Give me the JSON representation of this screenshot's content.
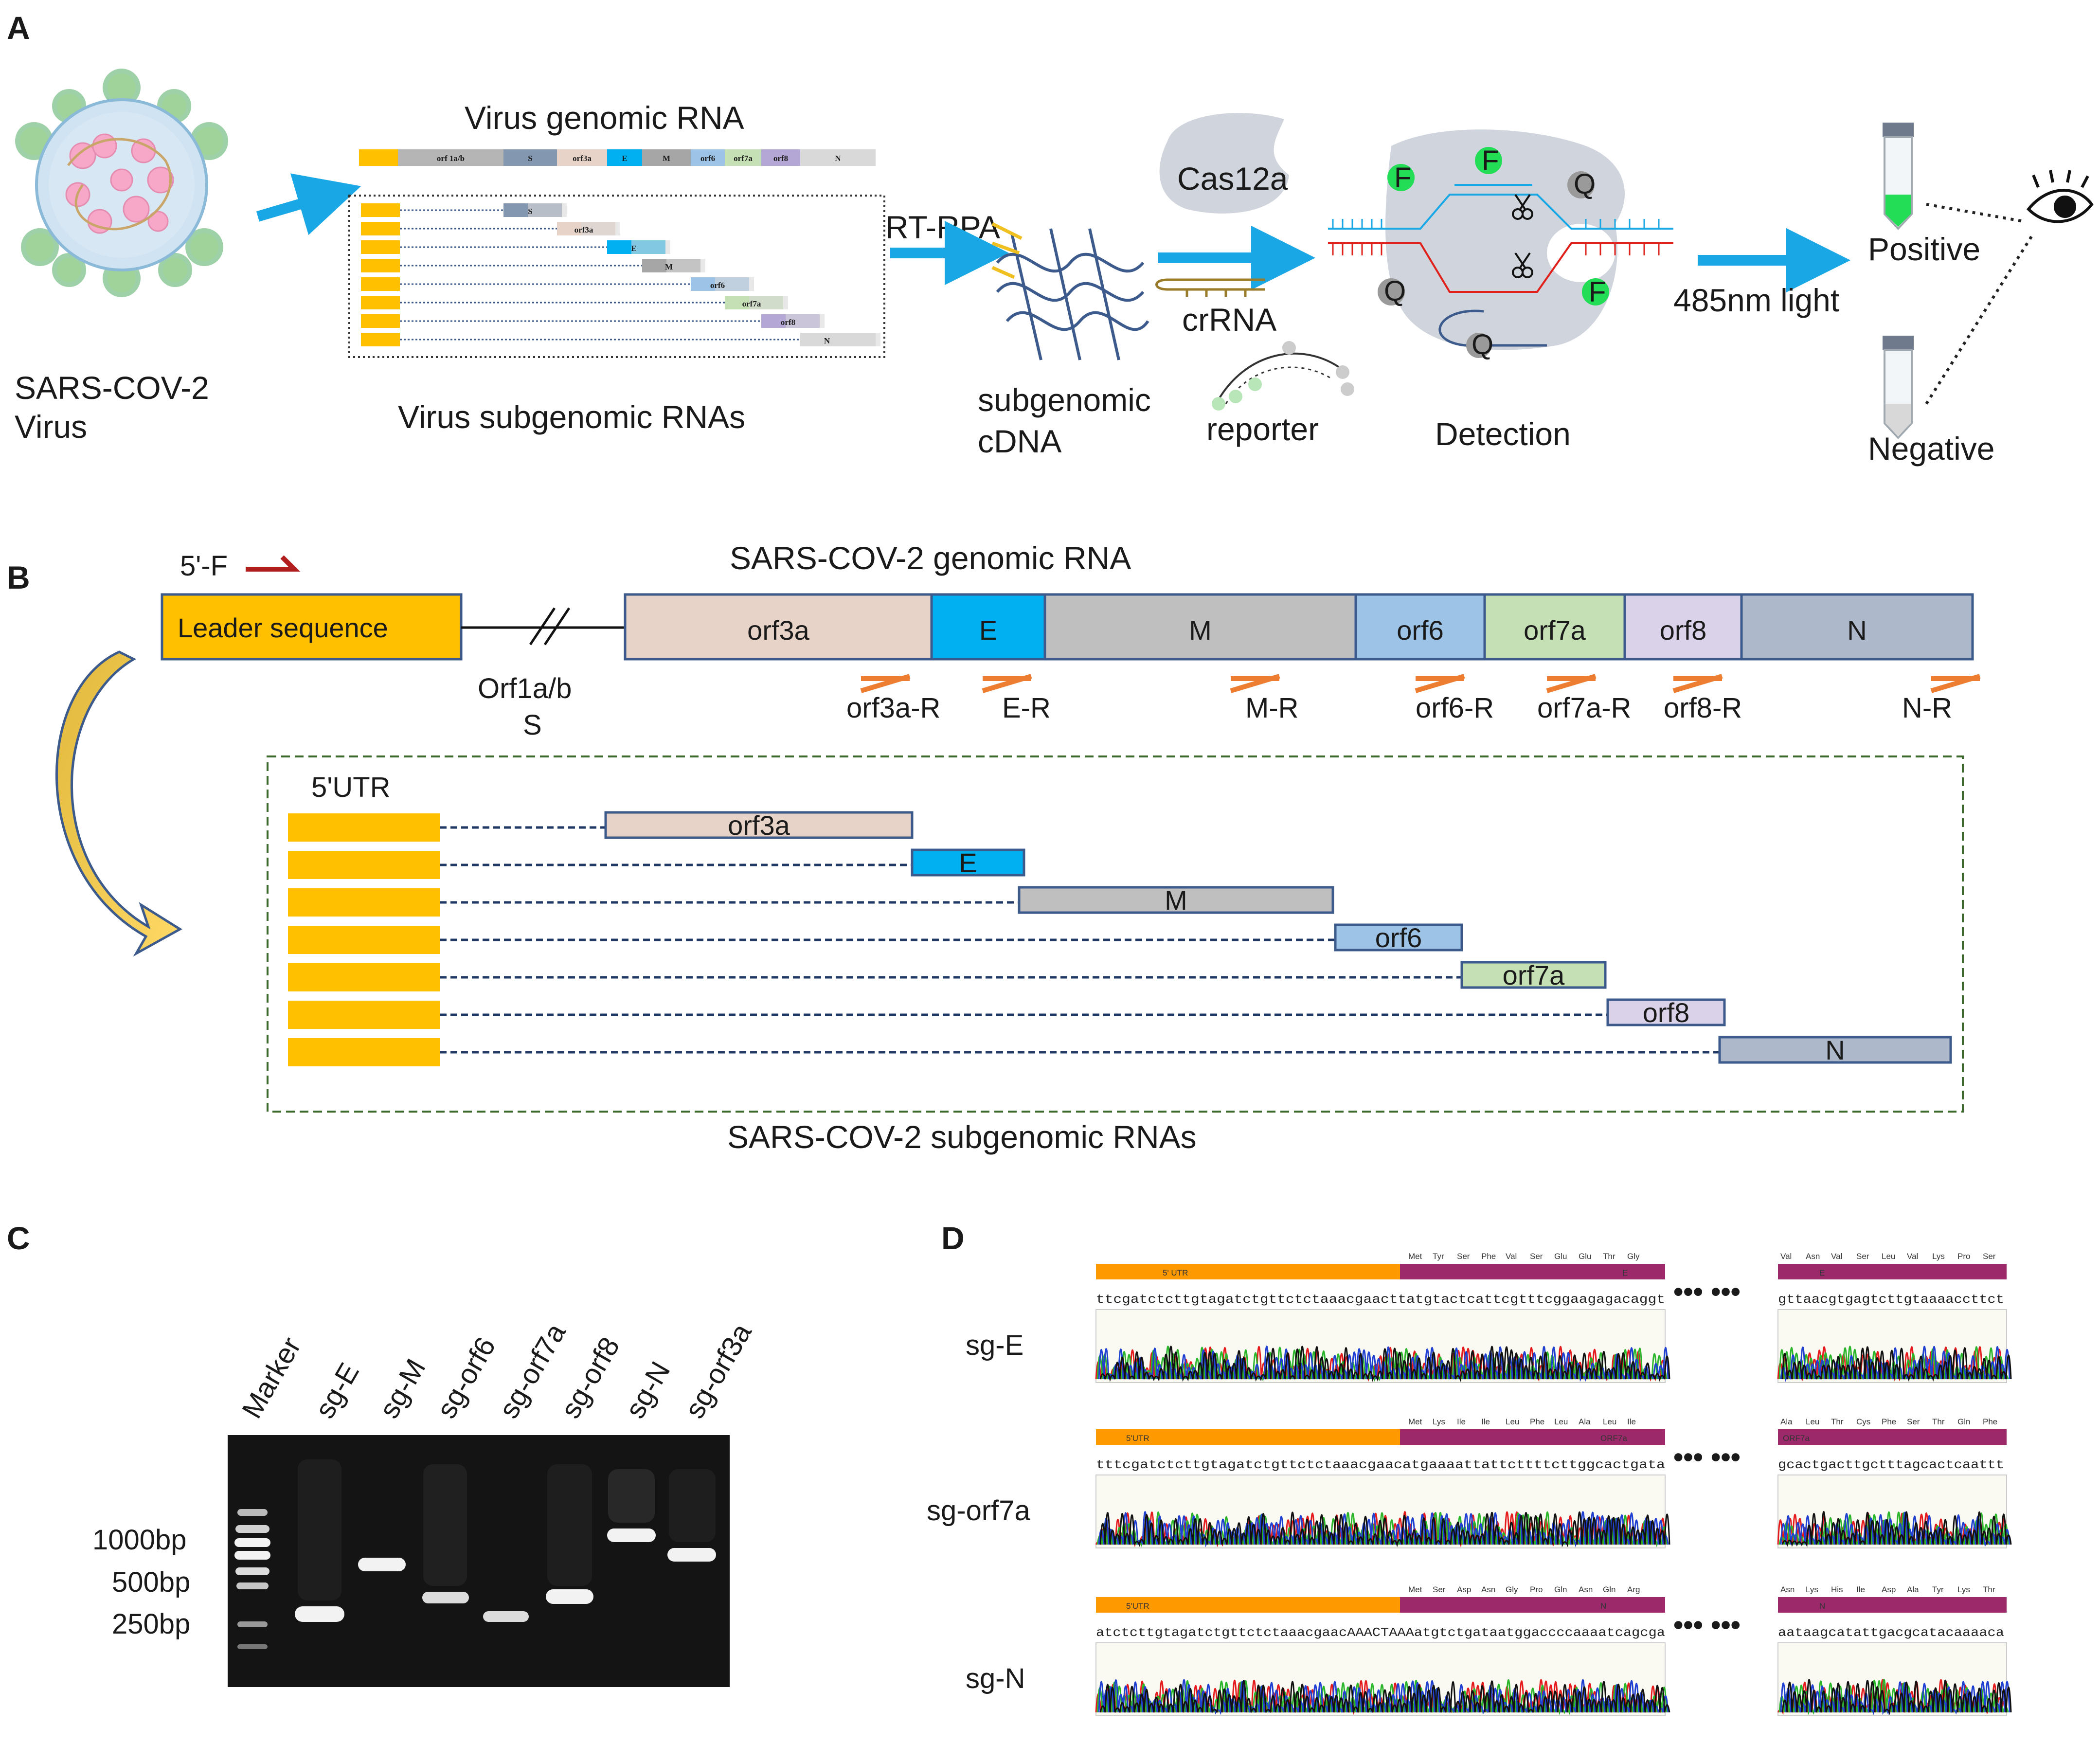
{
  "panel_a": {
    "letter": "A",
    "virus_label_1": "SARS-COV-2",
    "virus_label_2": "Virus",
    "genomic_title": "Virus genomic RNA",
    "genome_segments": [
      "orf 1a/b",
      "S",
      "orf3a",
      "E",
      "M",
      "orf6",
      "orf7a",
      "orf8",
      "N"
    ],
    "subgenomic_segments": [
      "S",
      "orf3a",
      "E",
      "M",
      "orf6",
      "orf7a",
      "orf8",
      "N"
    ],
    "subgenomic_title": "Virus subgenomic RNAs",
    "rt_rpa": "RT-RPA",
    "cdna_1": "subgenomic",
    "cdna_2": "cDNA",
    "cas": "Cas12a",
    "crrna": "crRNA",
    "reporter": "reporter",
    "detection": "Detection",
    "light": "485nm light",
    "positive": "Positive",
    "negative": "Negative",
    "marks": {
      "f": "F",
      "q": "Q"
    },
    "colors": {
      "arrow": "#1aa7e6",
      "leader": "#ffc000",
      "positive": "#22dd55"
    }
  },
  "panel_b": {
    "letter": "B",
    "primer_f": "5'-F",
    "genomic_title": "SARS-COV-2  genomic RNA",
    "leader": "Leader sequence",
    "orf1ab": "Orf1a/b",
    "s": "S",
    "genes": [
      "orf3a",
      "E",
      "M",
      "orf6",
      "orf7a",
      "orf8",
      "N"
    ],
    "primers_r": [
      "orf3a-R",
      "E-R",
      "M-R",
      "orf6-R",
      "orf7a-R",
      "orf8-R",
      "N-R"
    ],
    "utr": "5'UTR",
    "sub_genes": [
      "orf3a",
      "E",
      "M",
      "orf6",
      "orf7a",
      "orf8",
      "N"
    ],
    "sub_title": "SARS-COV-2  subgenomic RNAs",
    "gene_colors": [
      "#e8d3c8",
      "#00b0f0",
      "#bfbfbf",
      "#9dc3e6",
      "#c5e0b4",
      "#d9d2e9",
      "#adb9ca"
    ]
  },
  "panel_c": {
    "letter": "C",
    "lanes": [
      "Marker",
      "sg-E",
      "sg-M",
      "sg-orf6",
      "sg-orf7a",
      "sg-orf8",
      "sg-N",
      "sg-orf3a"
    ],
    "size_labels": [
      "1000bp",
      "500bp",
      "250bp"
    ]
  },
  "panel_d": {
    "letter": "D",
    "ellipsis": "•••  •••",
    "rows": [
      {
        "label": "sg-E",
        "utr": "5' UTR",
        "gene": "E",
        "gene2": "E",
        "aa1": [
          "Met",
          "Tyr",
          "Ser",
          "Phe",
          "Val",
          "Ser",
          "Glu",
          "Glu",
          "Thr",
          "Gly"
        ],
        "aa2": [
          "Val",
          "Asn",
          "Val",
          "Ser",
          "Leu",
          "Val",
          "Lys",
          "Pro",
          "Ser"
        ],
        "seq1": "ttcgatctcttgtagatctgttctctaaacgaacttatgtactcattcgtttcggaagagacaggt",
        "seq2": "gttaacgtgagtcttgtaaaaccttct"
      },
      {
        "label": "sg-orf7a",
        "utr": "5'UTR",
        "gene": "ORF7a",
        "gene2": "ORF7a",
        "aa1": [
          "Met",
          "Lys",
          "Ile",
          "Ile",
          "Leu",
          "Phe",
          "Leu",
          "Ala",
          "Leu",
          "Ile"
        ],
        "aa2": [
          "Ala",
          "Leu",
          "Thr",
          "Cys",
          "Phe",
          "Ser",
          "Thr",
          "Gln",
          "Phe"
        ],
        "seq1": "tttcgatctcttgtagatctgttctctaaacgaacatgaaaattattcttttcttggcactgata",
        "seq2": "gcactgacttgctttagcactcaattt"
      },
      {
        "label": "sg-N",
        "utr": "5'UTR",
        "gene": "N",
        "gene2": "N",
        "aa1": [
          "Met",
          "Ser",
          "Asp",
          "Asn",
          "Gly",
          "Pro",
          "Gln",
          "Asn",
          "Gln",
          "Arg"
        ],
        "aa2": [
          "Asn",
          "Lys",
          "His",
          "Ile",
          "Asp",
          "Ala",
          "Tyr",
          "Lys",
          "Thr"
        ],
        "seq1": "atctcttgtagatctgttctctaaacgaacAAACTAAAatgtctgataatggaccccaaaatcagcga",
        "seq2": "aataagcatattgacgcatacaaaaca"
      }
    ]
  }
}
